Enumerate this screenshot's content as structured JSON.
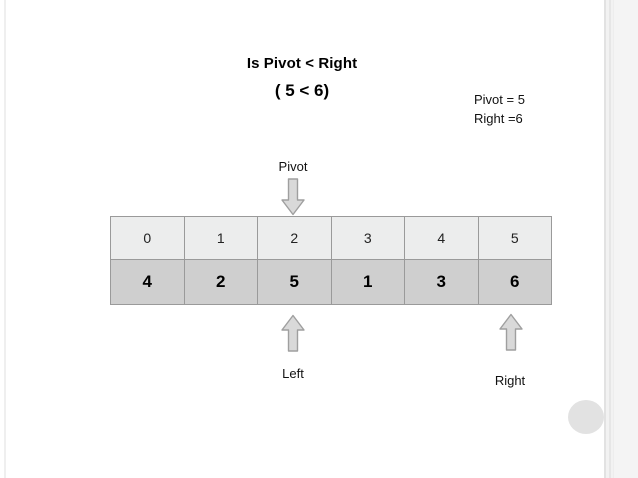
{
  "slide": {
    "title": "Is Pivot < Right",
    "subtitle": "( 5 < 6)",
    "info": {
      "pivot_line": "Pivot = 5",
      "right_line": "Right =6"
    },
    "pivot_marker_label": "Pivot",
    "left_pointer_label": "Left",
    "right_pointer_label": "Right"
  },
  "array": {
    "indices": [
      "0",
      "1",
      "2",
      "3",
      "4",
      "5"
    ],
    "values": [
      "4",
      "2",
      "5",
      "1",
      "3",
      "6"
    ]
  },
  "colors": {
    "index_row_bg": "#eceded",
    "value_row_bg": "#cfcfcf",
    "cell_border": "#9a9a9a",
    "arrow_fill": "#d9d9d9",
    "arrow_stroke": "#9f9f9f",
    "text": "#000000",
    "gutter": "#f2f2f2",
    "watermark": "#e2e2e2"
  },
  "icons": {
    "down_arrow": "arrow-down-icon",
    "up_arrow": "arrow-up-icon"
  }
}
